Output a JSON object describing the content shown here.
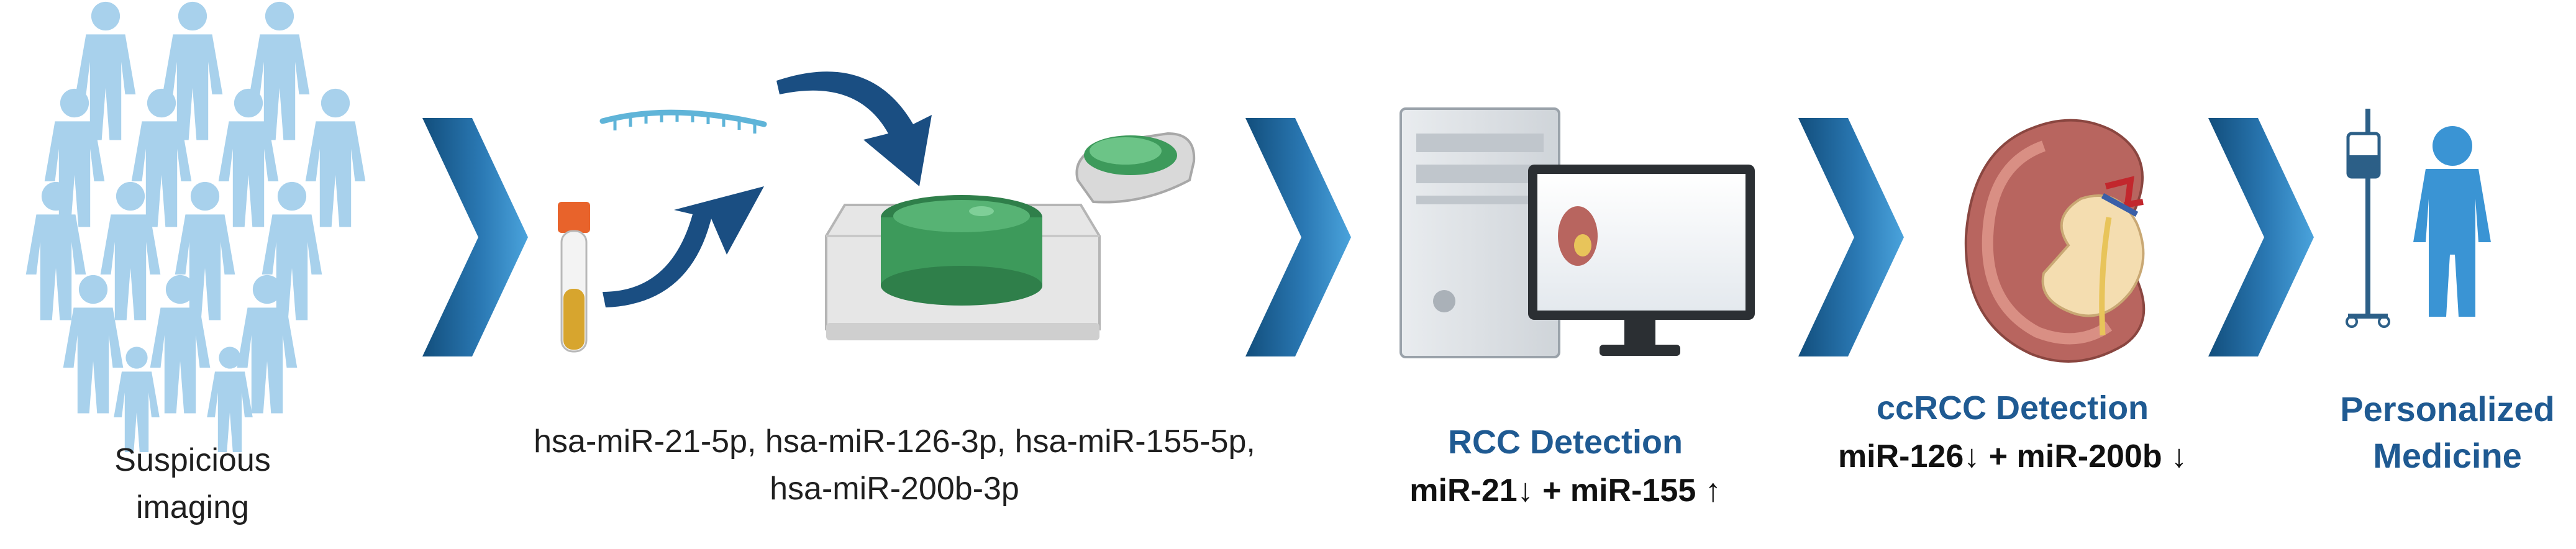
{
  "steps": {
    "screening": {
      "label_line1": "Suspicious",
      "label_line2": "imaging"
    },
    "analysis": {
      "markers_line1": "hsa-miR-21-5p, hsa-miR-126-3p,  hsa-miR-155-5p,",
      "markers_line2": "hsa-miR-200b-3p"
    },
    "rcc": {
      "title": "RCC Detection",
      "markers": "miR-21↓ + miR-155 ↑"
    },
    "ccrcc": {
      "title": "ccRCC Detection",
      "markers": "miR-126↓ + miR-200b ↓"
    },
    "outcome": {
      "title_line1": "Personalized",
      "title_line2": "Medicine"
    }
  },
  "colors": {
    "people": "#a8d1ec",
    "chevron_dark": "#124e7c",
    "chevron_light": "#3d93cf",
    "curved_arrow": "#1a4e82",
    "title_blue": "#1f5a92",
    "instrument_green": "#3d9a5b"
  },
  "icons": {
    "population": "people-crowd-icon",
    "tube": "blood-tube-icon",
    "rna": "rna-strand-icon",
    "instrument": "qpcr-instrument-icon",
    "computer": "computer-workstation-icon",
    "kidney": "kidney-tumor-icon",
    "patient": "patient-iv-icon"
  }
}
